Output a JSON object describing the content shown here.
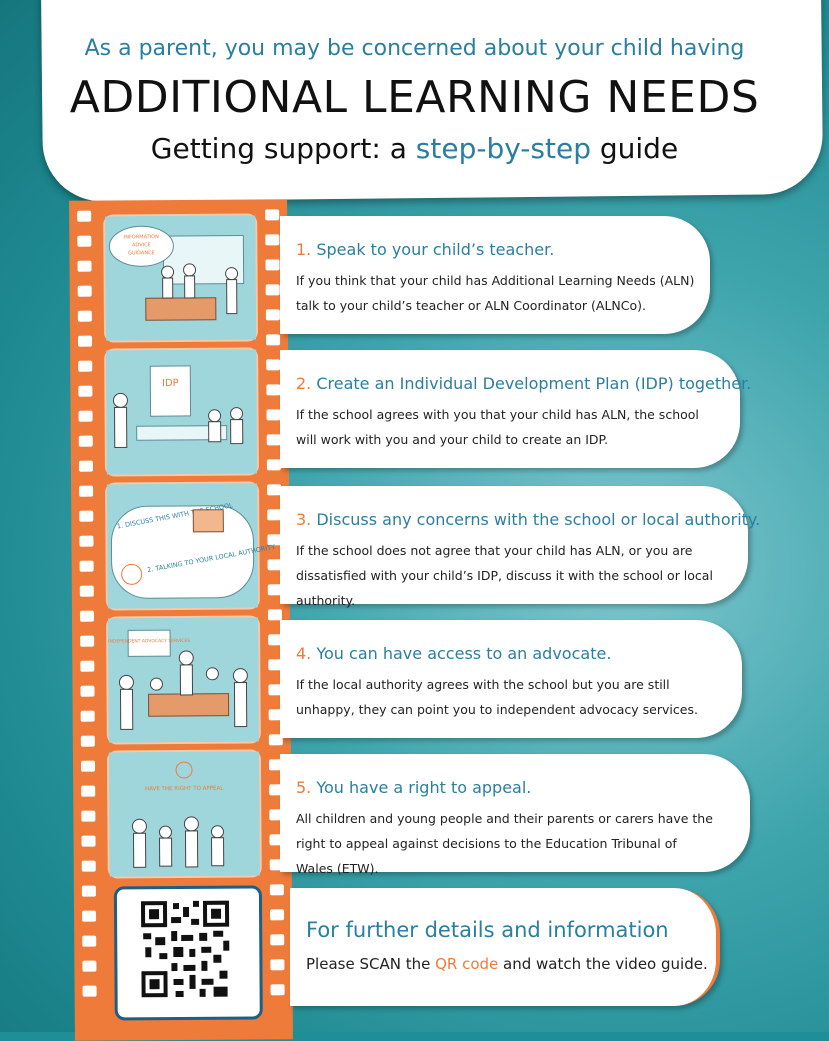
{
  "header": {
    "intro": "As a parent, you may be concerned about your child having",
    "title": "ADDITIONAL LEARNING NEEDS",
    "subtitle_pre": "Getting support: a ",
    "subtitle_highlight": "step-by-step",
    "subtitle_post": " guide"
  },
  "frames": [
    {
      "labels": [
        "INFORMATION",
        "ADVICE",
        "GUIDANCE"
      ]
    },
    {
      "labels": [
        "IDP"
      ]
    },
    {
      "labels": [
        "1. DISCUSS THIS WITH THE SCHOOL",
        "2. TALKING TO YOUR LOCAL AUTHORITY"
      ]
    },
    {
      "labels": [
        "INDEPENDENT ADVOCACY SERVICES"
      ]
    },
    {
      "labels": [
        "HAVE THE RIGHT TO APPEAL"
      ]
    }
  ],
  "steps": [
    {
      "num": "1.",
      "title": "Speak to your child’s teacher.",
      "body": "If you think that your child has Additional Learning Needs (ALN) talk to your child’s teacher or ALN Coordinator (ALNCo)."
    },
    {
      "num": "2.",
      "title": "Create an Individual Development Plan (IDP) together.",
      "body": "If the school agrees with you that your child has ALN, the school will work with you and your child to create an IDP."
    },
    {
      "num": "3.",
      "title": "Discuss any concerns with the school or local authority.",
      "body": "If the school does not agree that your child has ALN, or you are dissatisfied with your child’s IDP, discuss it with the school or local authority."
    },
    {
      "num": "4.",
      "title": "You can have access to an advocate.",
      "body": "If the local authority agrees with the school but you are still unhappy, they can point you to independent advocacy services."
    },
    {
      "num": "5.",
      "title": "You have a right to appeal.",
      "body": "All children and young people and their parents or carers have the right to appeal against decisions to the Education Tribunal of Wales (ETW)."
    }
  ],
  "footer": {
    "title": "For further details and information",
    "body_pre": "Please SCAN the ",
    "body_highlight": "QR code",
    "body_post": " and watch the video guide."
  },
  "colors": {
    "teal": "#1f8e97",
    "orange": "#ee7b3a",
    "blue_text": "#2a7fa0"
  }
}
